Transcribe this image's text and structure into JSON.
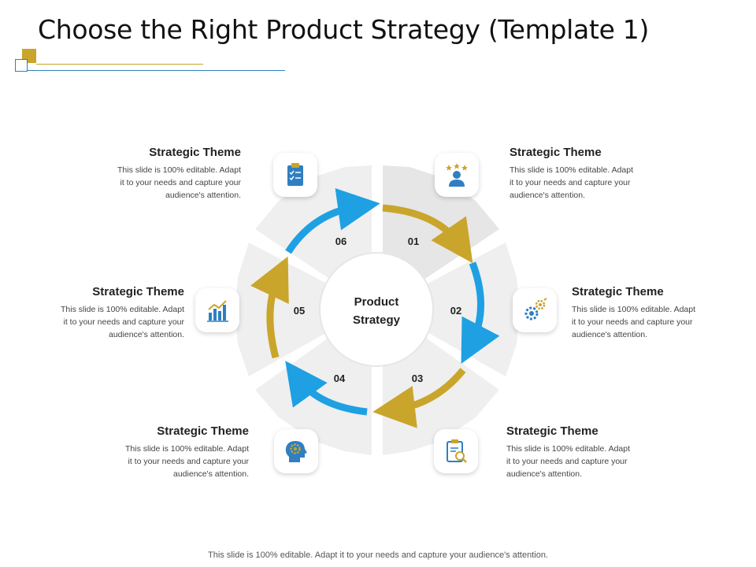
{
  "title": "Choose the Right Product Strategy (Template 1)",
  "center": {
    "line1": "Product",
    "line2": "Strategy"
  },
  "steps": [
    "01",
    "02",
    "03",
    "04",
    "05",
    "06"
  ],
  "themes": [
    {
      "heading": "Strategic Theme",
      "line1": "This slide is 100% editable. Adapt",
      "line2": "it to your needs and capture your",
      "line3": "audience's attention.",
      "icon": "people-stars-icon"
    },
    {
      "heading": "Strategic Theme",
      "line1": "This slide is 100% editable. Adapt",
      "line2": "it to your needs and capture your",
      "line3": "audience's attention.",
      "icon": "gears-icon"
    },
    {
      "heading": "Strategic Theme",
      "line1": "This slide is 100% editable. Adapt",
      "line2": "it to your needs and capture your",
      "line3": "audience's attention.",
      "icon": "clipboard-search-icon"
    },
    {
      "heading": "Strategic Theme",
      "line1": "This slide is 100% editable. Adapt",
      "line2": "it to your needs and capture your",
      "line3": "audience's attention.",
      "icon": "head-gear-icon"
    },
    {
      "heading": "Strategic Theme",
      "line1": "This slide is 100% editable. Adapt",
      "line2": "it to your needs and capture your",
      "line3": "audience's attention.",
      "icon": "bar-chart-icon"
    },
    {
      "heading": "Strategic Theme",
      "line1": "This slide is 100% editable. Adapt",
      "line2": "it to your needs and capture your",
      "line3": "audience's attention.",
      "icon": "checklist-icon"
    }
  ],
  "footer": "This slide is 100% editable. Adapt it to your needs and capture your audience's attention.",
  "colors": {
    "gold": "#c9a52b",
    "blue": "#1fa0e3",
    "segment": "#efefef",
    "segment_dark": "#e6e6e6"
  }
}
